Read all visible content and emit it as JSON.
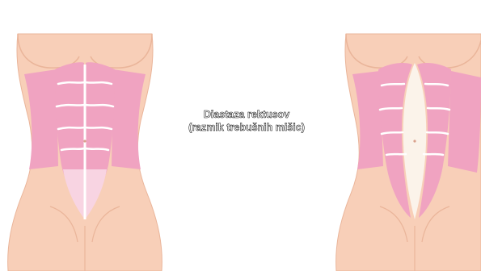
{
  "diagram": {
    "caption_line1": "Diastaza rektusov",
    "caption_line2": "(razmik trebušnih mišic)",
    "colors": {
      "skin": "#f8cfb8",
      "skin_outline": "#eab59a",
      "muscle": "#f0a3c1",
      "muscle_light": "#f8d4e2",
      "line_alba": "#ffffff"
    },
    "panels": [
      "normal-abdomen",
      "diastasis-abdomen"
    ]
  }
}
